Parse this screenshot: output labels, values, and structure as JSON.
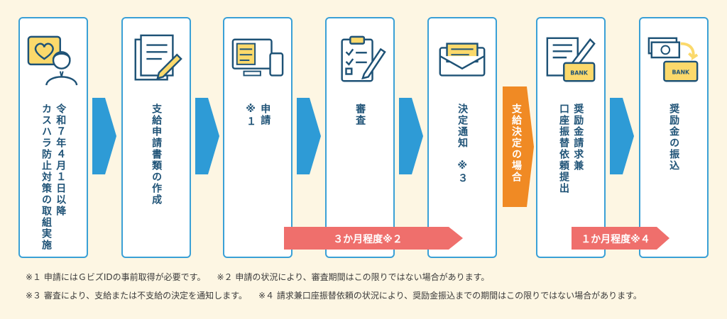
{
  "steps": [
    {
      "label": "令和７年４月１日以降\nカスハラ防止対策の取組実施",
      "icon": "heart-person-icon"
    },
    {
      "label": "支給申請書類の作成",
      "icon": "document-pen-icon"
    },
    {
      "label": "申請\n※１",
      "icon": "computer-devices-icon"
    },
    {
      "label": "審査",
      "icon": "clipboard-checklist-icon"
    },
    {
      "label": "決定通知　※３",
      "icon": "envelope-icon"
    },
    {
      "label": "奨励金請求兼\n口座振替依頼提出",
      "icon": "document-bank-icon"
    },
    {
      "label": "奨励金の振込",
      "icon": "money-bank-icon"
    }
  ],
  "decision_label": "支給決定の場合",
  "periods": [
    {
      "label": "３か月程度※２"
    },
    {
      "label": "１か月程度※４"
    }
  ],
  "notes": {
    "n1": "※１ 申請にはＧビズIDの事前取得が必要です。",
    "n2": "※２ 申請の状況により、審査期間はこの限りではない場合があります。",
    "n3": "※３ 審査により、支給または不支給の決定を通知します。",
    "n4": "※４ 請求兼口座振替依頼の状況により、奨励金振込までの期間はこの限りではない場合があります。"
  },
  "colors": {
    "frame": "#3aa0d6",
    "chevron": "#2e9bd6",
    "decision": "#f08a24",
    "period": "#ef6f6c",
    "text": "#1e5276",
    "background": "#fdf6e3"
  },
  "bank_text": "BANK"
}
